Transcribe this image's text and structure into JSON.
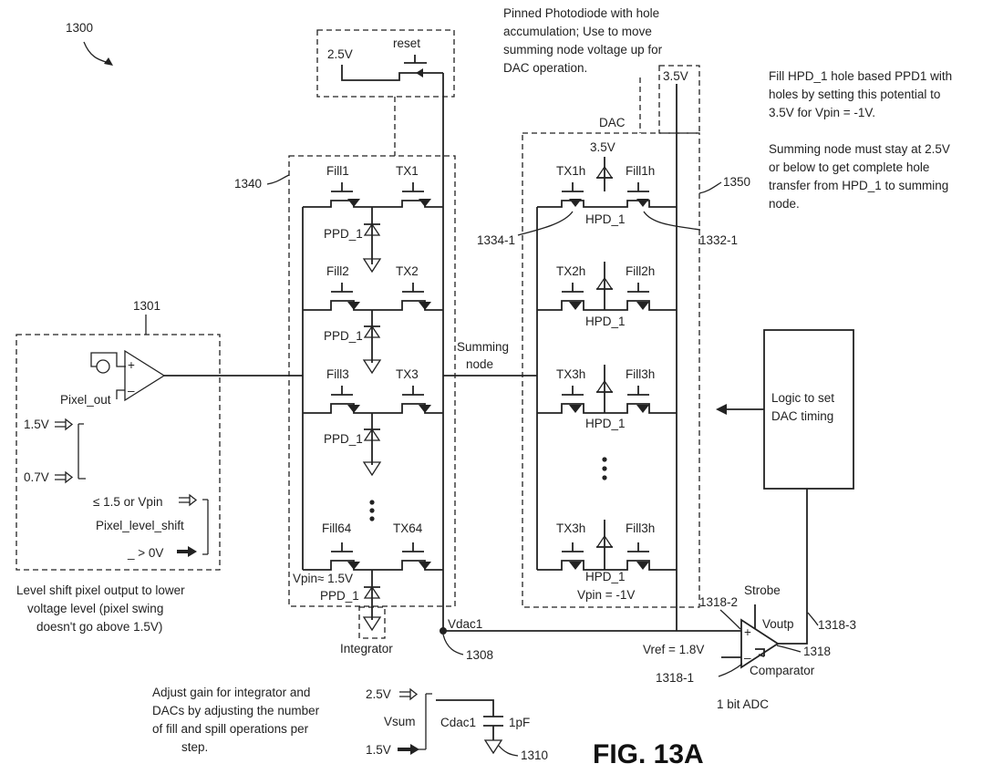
{
  "figure": {
    "title": "FIG. 13A",
    "ref_main": "1300"
  },
  "level_shift": {
    "ref": "1301",
    "pixel_out": "Pixel_out",
    "v_high": "1.5V",
    "v_low": "0.7V",
    "v_max": "≤ 1.5 or Vpin",
    "shift_label": "Pixel_level_shift",
    "v_min": "_ > 0V",
    "caption": [
      "Level shift pixel output to lower",
      "voltage level (pixel swing",
      "doesn't go above 1.5V)"
    ]
  },
  "reset_block": {
    "v": "2.5V",
    "label": "reset"
  },
  "integrator": {
    "ref": "1340",
    "label": "Integrator",
    "vpin": "Vpin≈ 1.5V",
    "rows": [
      {
        "fill": "Fill1",
        "tx": "TX1",
        "ppd": "PPD_1"
      },
      {
        "fill": "Fill2",
        "tx": "TX2",
        "ppd": "PPD_1"
      },
      {
        "fill": "Fill3",
        "tx": "TX3",
        "ppd": "PPD_1"
      },
      {
        "fill": "Fill64",
        "tx": "TX64",
        "ppd": "PPD_1"
      }
    ]
  },
  "summing_node": [
    "Summing",
    "node"
  ],
  "dac": {
    "ref": "1350",
    "label": "DAC",
    "v_top": "3.5V",
    "v_diode": "3.5V",
    "vpin": "Vpin = -1V",
    "ref_left": "1334-1",
    "ref_right": "1332-1",
    "rows": [
      {
        "tx": "TX1h",
        "fill": "Fill1h",
        "hpd": "HPD_1"
      },
      {
        "tx": "TX2h",
        "fill": "Fill2h",
        "hpd": "HPD_1"
      },
      {
        "tx": "TX3h",
        "fill": "Fill3h",
        "hpd": "HPD_1"
      },
      {
        "tx": "TX3h",
        "fill": "Fill3h",
        "hpd": "HPD_1"
      }
    ],
    "note": [
      "Pinned Photodiode with hole",
      "accumulation; Use to move",
      "summing node voltage up for",
      "DAC operation."
    ]
  },
  "notes_right": {
    "fill_note": [
      "Fill HPD_1 hole based PPD1 with",
      "holes by setting this potential to",
      "3.5V for Vpin = -1V."
    ],
    "sum_note": [
      "Summing node must stay at 2.5V",
      "or below to get complete hole",
      "transfer from HPD_1 to summing",
      "node."
    ]
  },
  "logic": {
    "label": [
      "Logic to set",
      "DAC timing"
    ]
  },
  "comparator": {
    "ref": "1318",
    "ref_in_neg": "1318-1",
    "ref_in_pos": "1318-2",
    "ref_out": "1318-3",
    "strobe": "Strobe",
    "voutp": "Voutp",
    "vref": "Vref = 1.8V",
    "label": "Comparator",
    "adc": "1 bit ADC",
    "plus": "+",
    "minus": "–"
  },
  "vdac": {
    "label": "Vdac1",
    "ref": "1308"
  },
  "cap": {
    "label": "Cdac1",
    "value": "1pF",
    "ref": "1310",
    "vsum": "Vsum",
    "v_high": "2.5V",
    "v_low": "1.5V",
    "caption": [
      "Adjust gain for integrator and",
      "DACs by adjusting the number",
      "of fill and spill operations per",
      "step."
    ]
  }
}
